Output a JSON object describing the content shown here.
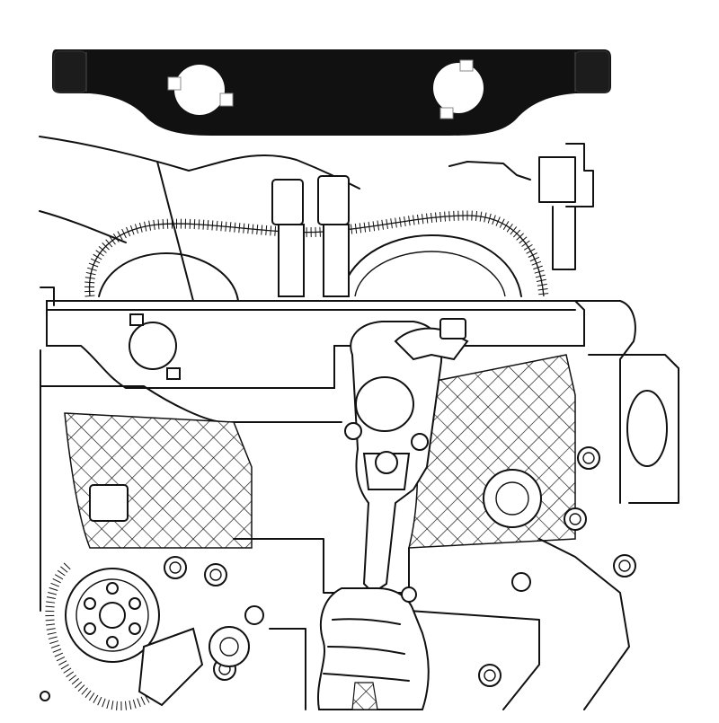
{
  "figure": {
    "tool": {
      "name": "camshaft-locking-plate",
      "color": "#111111",
      "slots": 2
    },
    "illustration": {
      "subject": "engine-timing-chain-with-installed-locking-tool",
      "style": "line-art"
    }
  }
}
